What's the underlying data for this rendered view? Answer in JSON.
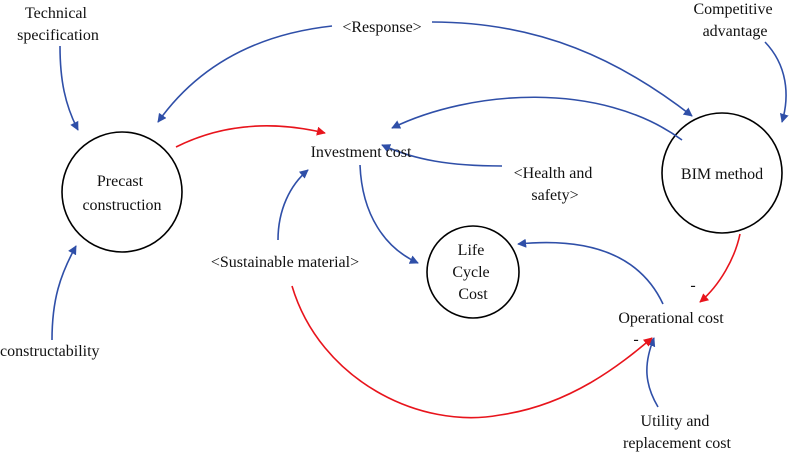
{
  "diagram": {
    "title": "Causal loop diagram",
    "colors": {
      "positive_link": "#2f4fa8",
      "negative_link": "#e8141c",
      "node": "#000000"
    },
    "nodes": {
      "technical_specification": [
        "Technical",
        "specification"
      ],
      "response": "<Response>",
      "competitive_advantage": [
        "Competitive",
        "advantage"
      ],
      "precast_construction": [
        "Precast",
        "construction"
      ],
      "investment_cost": "Investment cost",
      "health_and_safety": [
        "<Health and",
        "safety>"
      ],
      "bim_method": "BIM method",
      "sustainable_material": "<Sustainable material>",
      "life_cycle_cost": [
        "Life",
        "Cycle",
        "Cost"
      ],
      "operational_cost": "Operational cost",
      "constructability": "constructability",
      "utility_and_replacement_cost": [
        "Utility and",
        "replacement cost"
      ]
    },
    "polarity": {
      "bim_to_operational": "-",
      "sustainable_to_operational": "-"
    },
    "links": [
      {
        "from": "Technical specification",
        "to": "Precast construction",
        "type": "positive"
      },
      {
        "from": "<Response>",
        "to": "Precast construction",
        "type": "positive"
      },
      {
        "from": "<Response>",
        "to": "BIM method",
        "type": "positive"
      },
      {
        "from": "Competitive advantage",
        "to": "BIM method",
        "type": "positive"
      },
      {
        "from": "Precast construction",
        "to": "Investment cost",
        "type": "negative"
      },
      {
        "from": "BIM method",
        "to": "Investment cost",
        "type": "positive"
      },
      {
        "from": "<Health and safety>",
        "to": "Investment cost",
        "type": "positive"
      },
      {
        "from": "<Sustainable material>",
        "to": "Investment cost",
        "type": "positive"
      },
      {
        "from": "Investment cost",
        "to": "Life Cycle Cost",
        "type": "positive"
      },
      {
        "from": "Operational cost",
        "to": "Life Cycle Cost",
        "type": "positive"
      },
      {
        "from": "BIM method",
        "to": "Operational cost",
        "type": "negative"
      },
      {
        "from": "<Sustainable material>",
        "to": "Operational cost",
        "type": "negative"
      },
      {
        "from": "constructability",
        "to": "Precast construction",
        "type": "positive"
      },
      {
        "from": "Utility and replacement cost",
        "to": "Operational cost",
        "type": "positive"
      }
    ]
  }
}
